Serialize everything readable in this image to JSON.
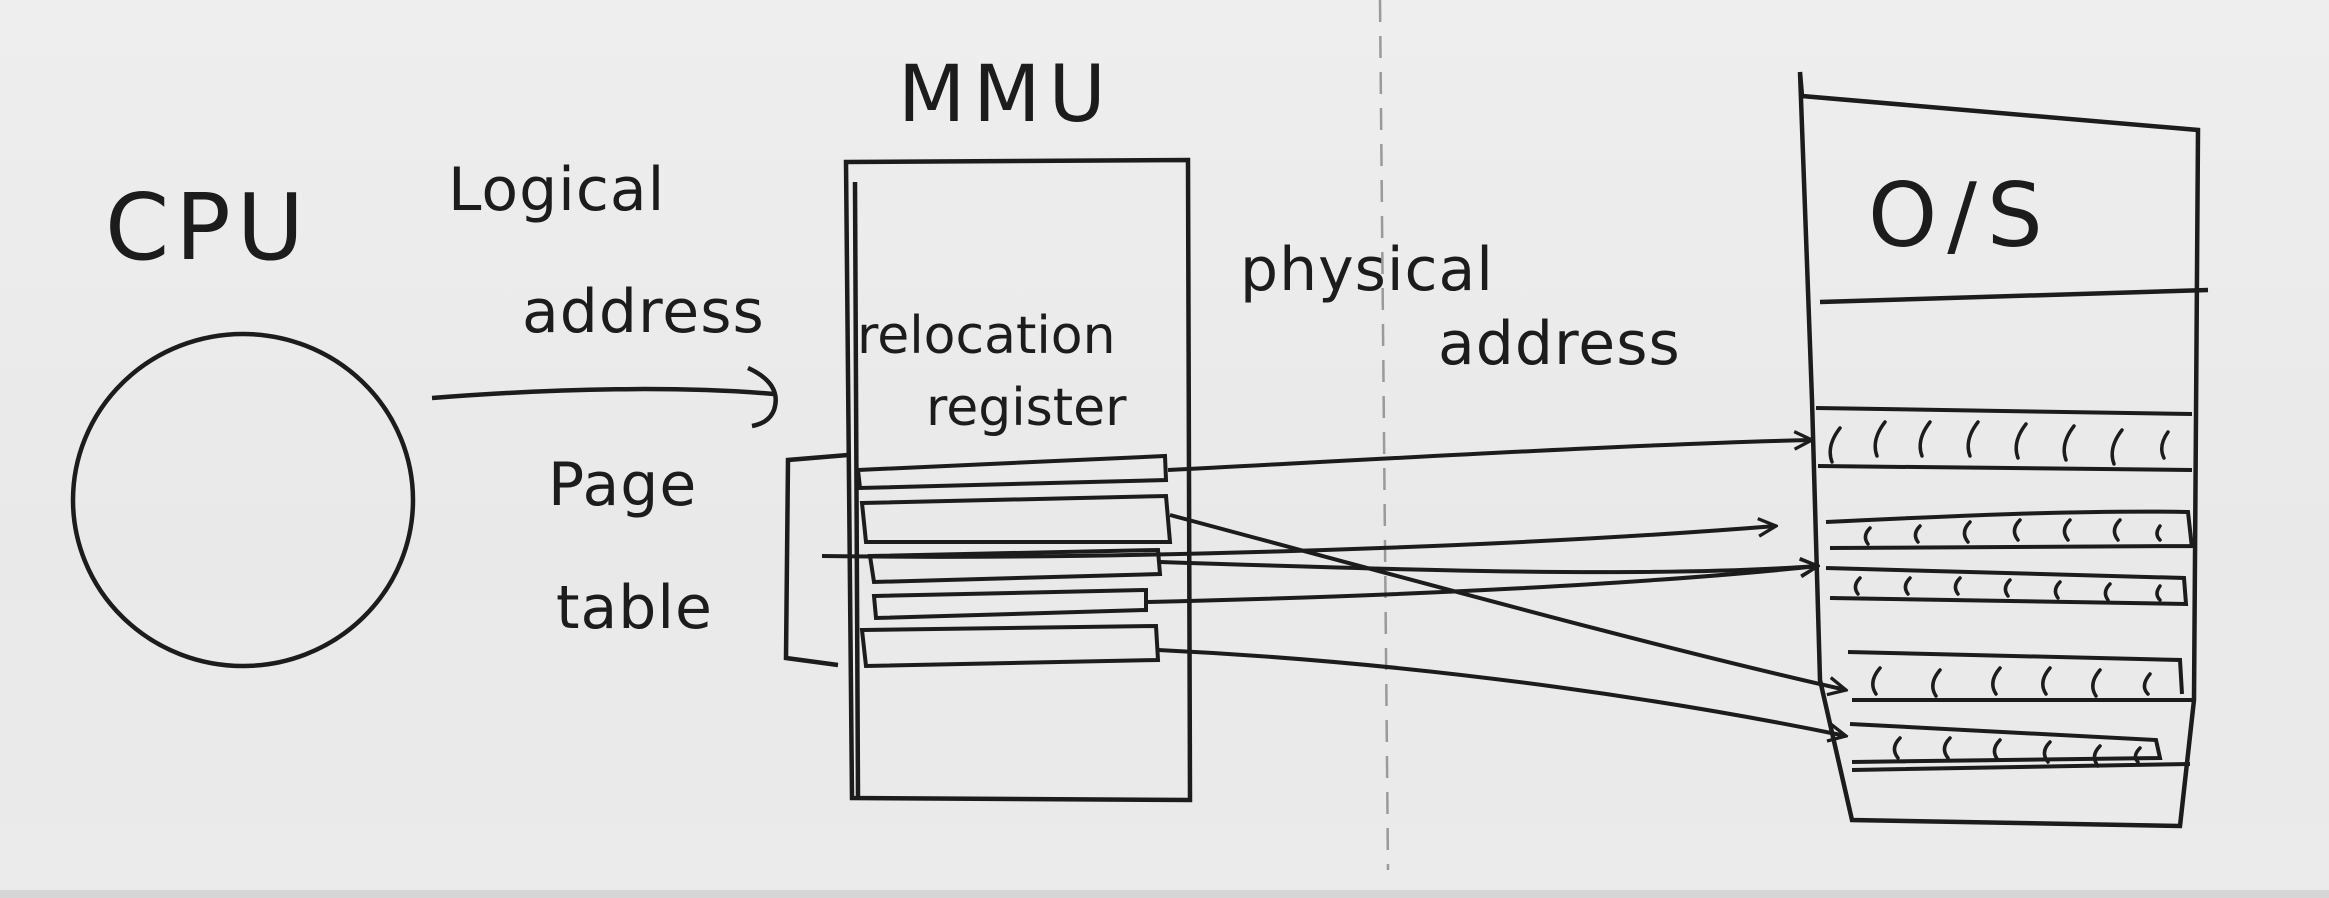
{
  "labels": {
    "cpu": "CPU",
    "mmu": "MMU",
    "logical_line1": "Logical",
    "logical_line2": "address",
    "relocation_line1": "relocation",
    "relocation_line2": "register",
    "page_line1": "Page",
    "page_line2": "table",
    "physical_line1": "physical",
    "physical_line2": "address",
    "os": "O/S"
  },
  "colors": {
    "ink": "#1c1c1c",
    "paper": "#ececec"
  }
}
